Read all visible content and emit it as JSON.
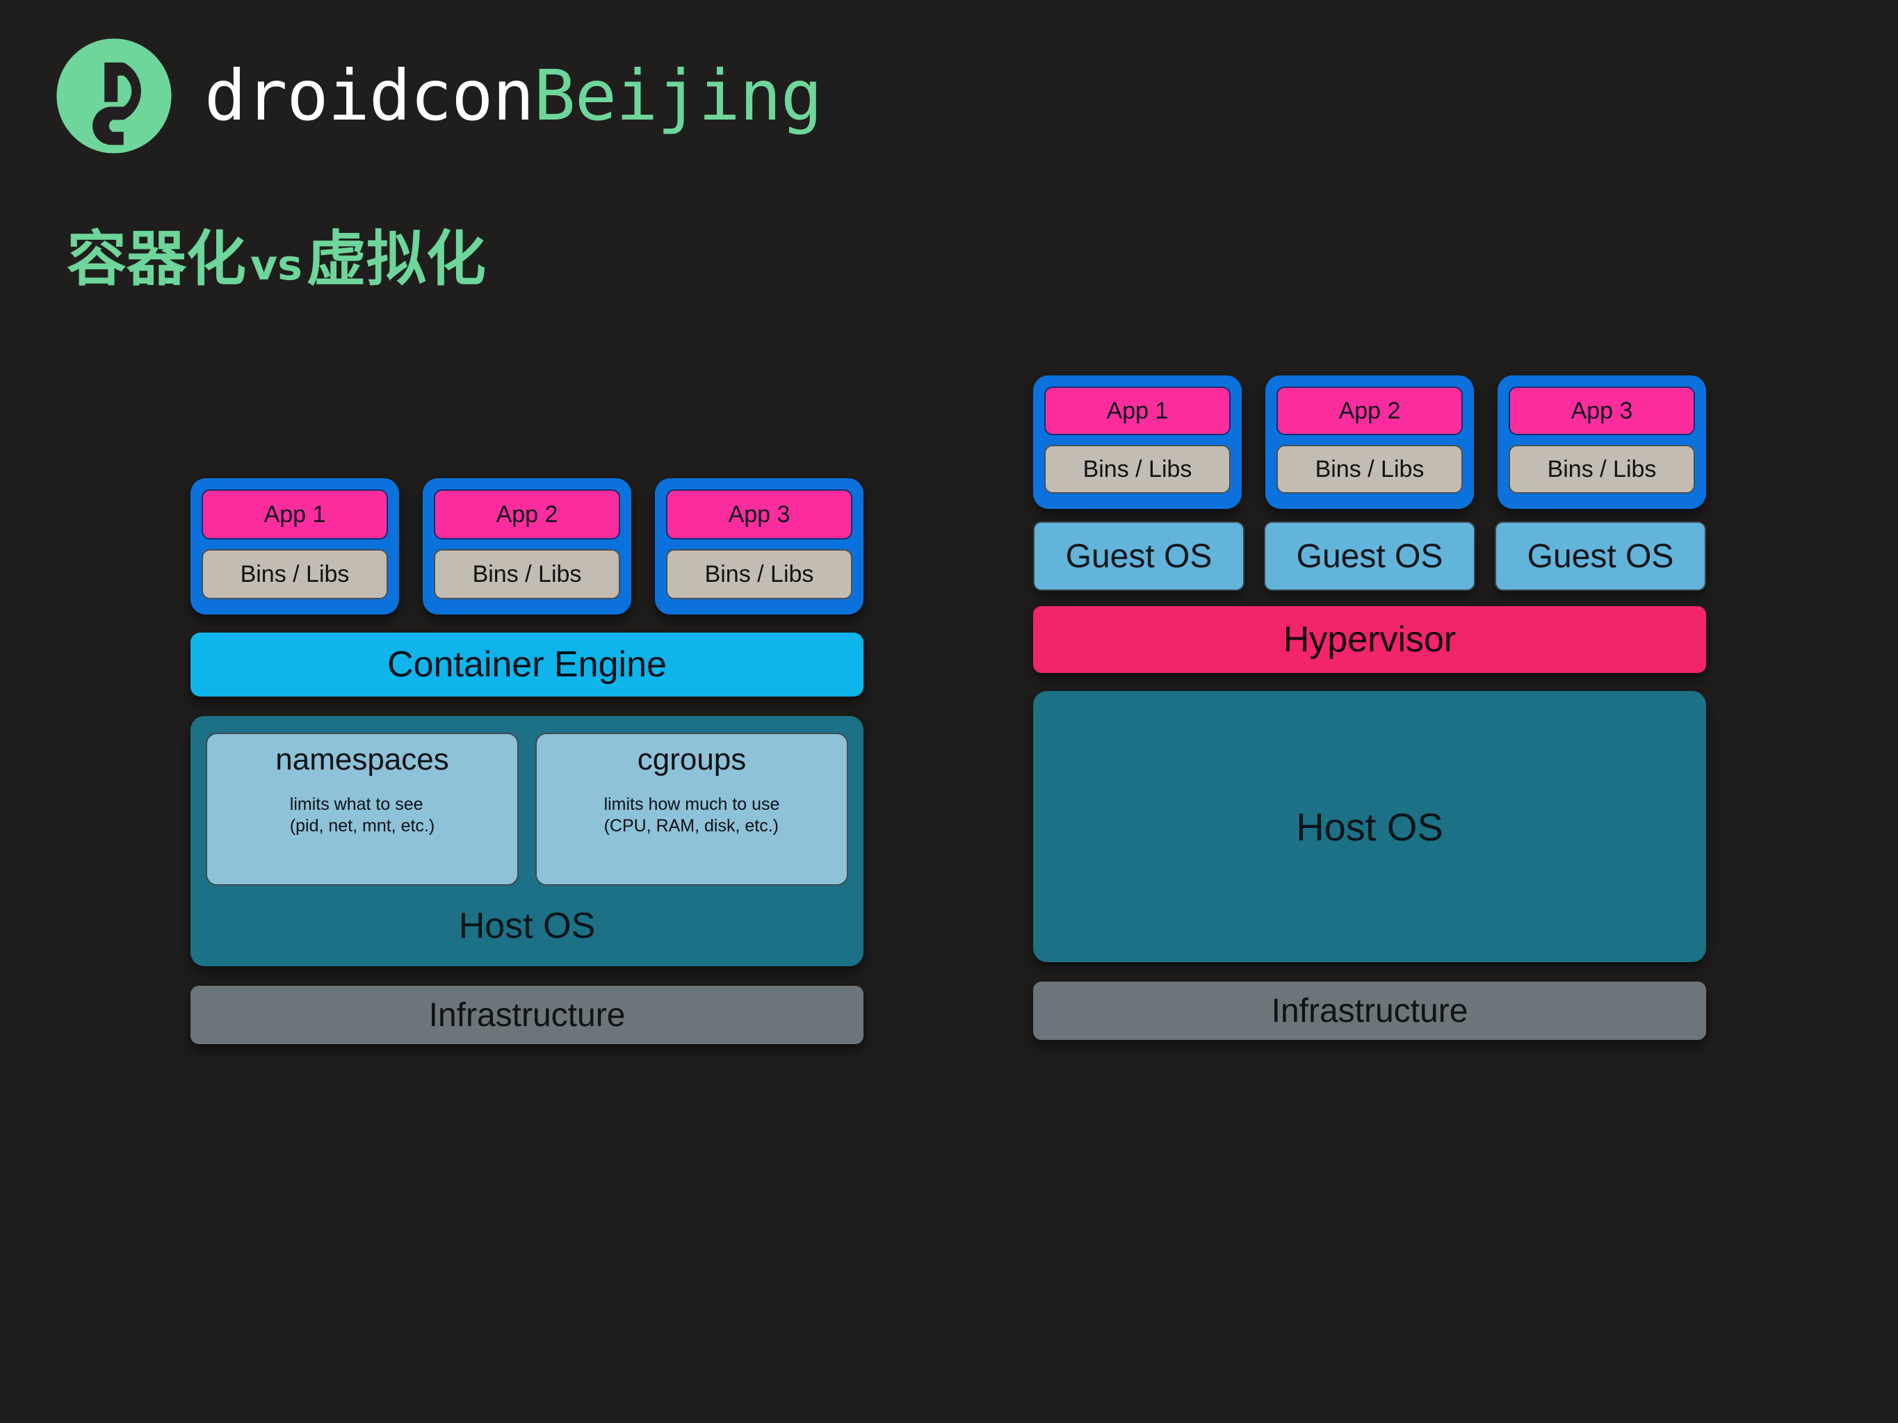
{
  "brand": {
    "logo_icon": "droidcon-logo-icon",
    "name_part1": "droidcon",
    "name_part2": "Beijing",
    "color_white": "#ffffff",
    "color_green": "#6ed69a"
  },
  "slide": {
    "title_left": "容器化",
    "title_vs": "vs",
    "title_right": "虚拟化",
    "background_color": "#1f1e1d"
  },
  "palette": {
    "blue_card": "#0b72dd",
    "pink_app": "#fb2d9e",
    "bins_grey": "#c2bcb2",
    "cyan_engine": "#0fb4ea",
    "teal_hostos": "#1c7186",
    "lightblue_feature": "#8dc2d8",
    "guest_blue": "#62b4da",
    "hypervisor_pink": "#f2246c",
    "infra_grey": "#6b757a"
  },
  "container_diagram": {
    "apps": [
      {
        "app_label": "App 1",
        "bins_label": "Bins / Libs"
      },
      {
        "app_label": "App 2",
        "bins_label": "Bins / Libs"
      },
      {
        "app_label": "App 3",
        "bins_label": "Bins / Libs"
      }
    ],
    "engine_label": "Container Engine",
    "kernel_features": [
      {
        "title": "namespaces",
        "description": "limits what to see\n(pid, net, mnt, etc.)"
      },
      {
        "title": "cgroups",
        "description": "limits how much to use\n(CPU, RAM, disk, etc.)"
      }
    ],
    "host_os_label": "Host OS",
    "infrastructure_label": "Infrastructure"
  },
  "vm_diagram": {
    "apps": [
      {
        "app_label": "App 1",
        "bins_label": "Bins / Libs"
      },
      {
        "app_label": "App 2",
        "bins_label": "Bins / Libs"
      },
      {
        "app_label": "App 3",
        "bins_label": "Bins / Libs"
      }
    ],
    "guest_os": [
      {
        "label": "Guest OS"
      },
      {
        "label": "Guest OS"
      },
      {
        "label": "Guest OS"
      }
    ],
    "hypervisor_label": "Hypervisor",
    "host_os_label": "Host OS",
    "infrastructure_label": "Infrastructure"
  }
}
